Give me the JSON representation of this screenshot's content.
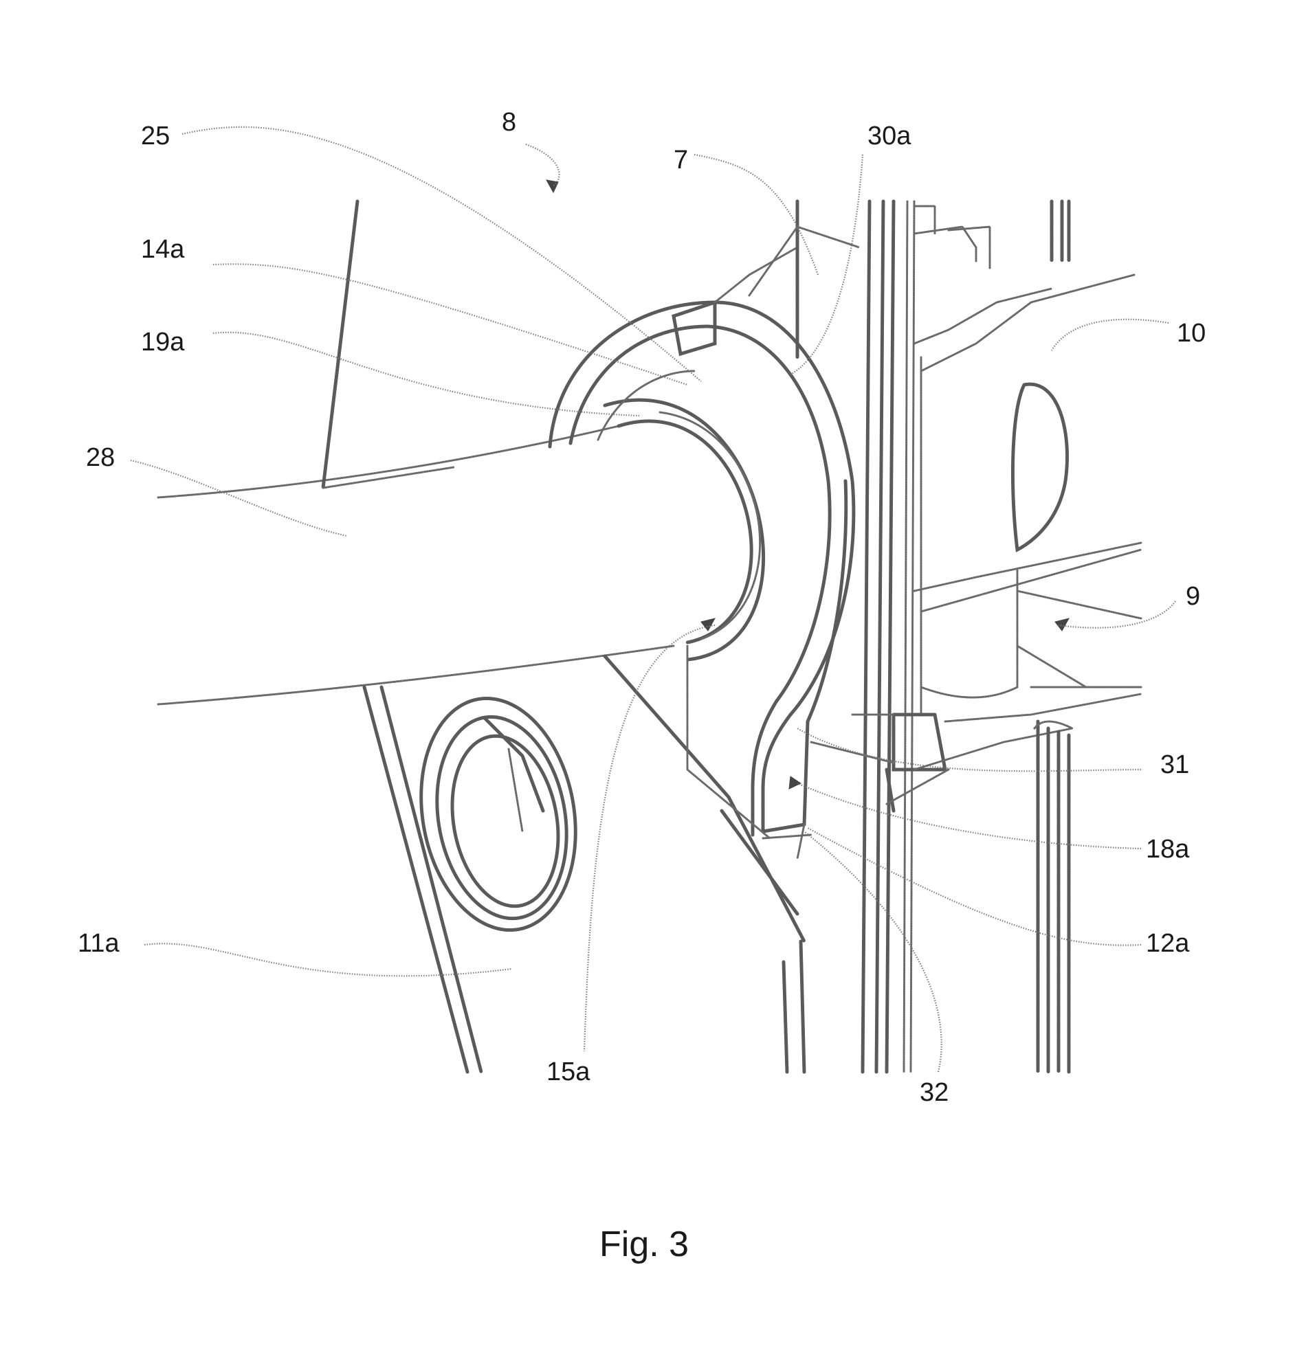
{
  "figure": {
    "caption": "Fig. 3",
    "labels": {
      "l25": "25",
      "l8": "8",
      "l7": "7",
      "l30a": "30a",
      "l14a": "14a",
      "l19a": "19a",
      "l10": "10",
      "l28": "28",
      "l9": "9",
      "l31": "31",
      "l18a": "18a",
      "l11a": "11a",
      "l12a": "12a",
      "l15a": "15a",
      "l32": "32"
    }
  }
}
